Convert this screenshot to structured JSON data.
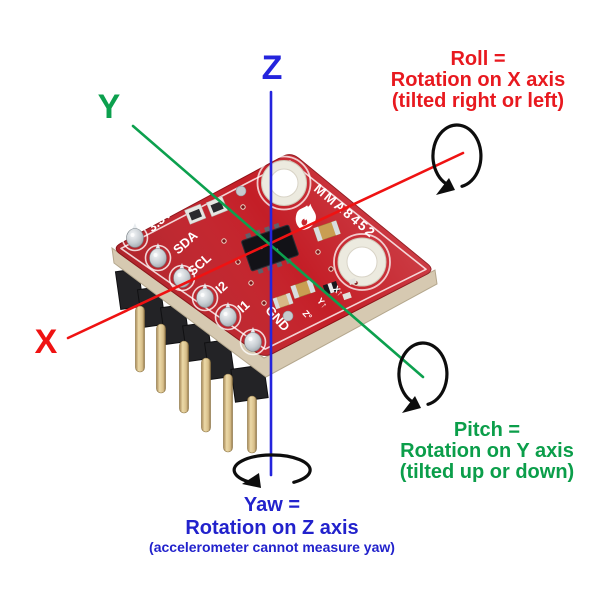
{
  "axes": {
    "x": {
      "label": "X"
    },
    "y": {
      "label": "Y"
    },
    "z": {
      "label": "Z"
    }
  },
  "annotations": {
    "roll": {
      "line1": "Roll =",
      "line2": "Rotation on X axis",
      "line3": "(tilted right or left)"
    },
    "pitch": {
      "line1": "Pitch =",
      "line2": "Rotation on Y axis",
      "line3": "(tilted up or down)"
    },
    "yaw": {
      "line1": "Yaw =",
      "line2": "Rotation on Z axis",
      "line3": "(accelerometer cannot measure yaw)"
    }
  },
  "board": {
    "chip_label": "MMA8452",
    "pin_labels": [
      "3.3V",
      "SDA",
      "SCL",
      "I2",
      "I1"
    ],
    "gnd_label": "GND",
    "axis_marks": [
      "Z°",
      "Y↑",
      "X↑"
    ]
  },
  "colors": {
    "x_axis": "#ef1212",
    "y_axis": "#0ca04e",
    "z_axis": "#2424dd",
    "roll_text": "#e8191f",
    "pitch_text": "#0b9e4a",
    "yaw_text": "#2222cc",
    "board_red": "#c41e27",
    "rotation_arrow": "#0d0d0d"
  }
}
